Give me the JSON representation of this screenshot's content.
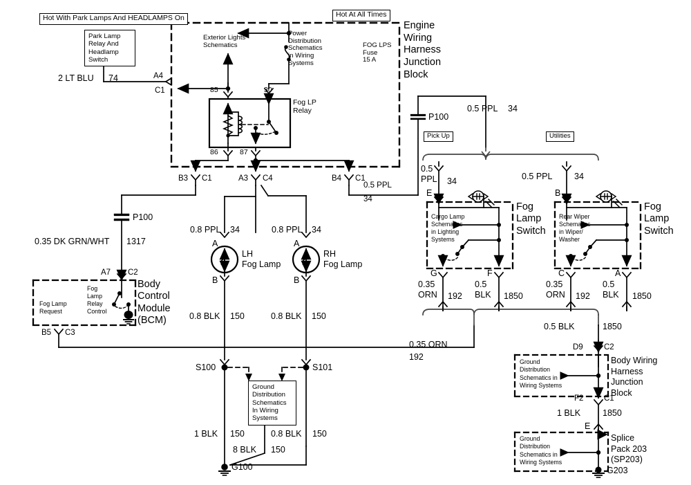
{
  "diagram": {
    "title": "Fog Lamp Wiring Schematic",
    "type": "automotive-wiring-diagram"
  },
  "power_labels": {
    "hot_park": "Hot With Park Lamps And HEADLAMPS On",
    "hot_all": "Hot At All Times"
  },
  "components": {
    "park_lamp_relay": "Park Lamp\nRelay And\nHeadlamp\nSwitch",
    "exterior_lights": "Exterior Lights\nSchematics",
    "power_dist": "Power\nDistribution\nSchematics\nin Wiring\nSystems",
    "fog_lps_fuse": "FOG LPS\nFuse\n15 A",
    "engine_block": "Engine\nWiring\nHarness\nJunction\nBlock",
    "fog_lp_relay": "Fog LP\nRelay",
    "bcm": "Body\nControl\nModule\n(BCM)",
    "bcm_request": "Fog Lamp\nRequest",
    "bcm_relay_ctrl": "Fog\nLamp\nRelay\nControl",
    "lh_fog_lamp": "LH\nFog Lamp",
    "rh_fog_lamp": "RH\nFog Lamp",
    "fog_lamp_switch": "Fog\nLamp\nSwitch",
    "cargo_lamp": "Cargo Lamp\nSchematics\nin Lighting\nSystems",
    "rear_wiper": "Rear Wiper\nSchematics\nin Wiper/\nWasher",
    "ground_dist": "Ground\nDistribution\nSchematics\nIn Wiring\nSystems",
    "ground_dist2": "Ground\nDistribution\nSchematics in\nWiring Systems",
    "body_block": "Body Wiring\nHarness\nJunction\nBlock",
    "splice_pack": "Splice\nPack 203\n(SP203)",
    "pick_up": "Pick Up",
    "utilities": "Utilities"
  },
  "wires": {
    "lt_blu": {
      "gauge_color": "2 LT BLU",
      "circuit": "74"
    },
    "ppl_05_top": {
      "gauge_color": "0.5 PPL",
      "circuit": "34"
    },
    "ppl_05_b4": {
      "gauge_color": "0.5 PPL",
      "circuit": "34"
    },
    "ppl_05_pickup": {
      "gauge_color": "0.5\nPPL",
      "circuit": "34"
    },
    "ppl_05_util": {
      "gauge_color": "0.5 PPL",
      "circuit": "34"
    },
    "dkgrn_wht": {
      "gauge_color": "0.35 DK GRN/WHT",
      "circuit": "1317"
    },
    "ppl_08_lh": {
      "gauge_color": "0.8 PPL",
      "circuit": "34"
    },
    "ppl_08_rh": {
      "gauge_color": "0.8 PPL",
      "circuit": "34"
    },
    "blk_08_lh": {
      "gauge_color": "0.8 BLK",
      "circuit": "150"
    },
    "blk_08_rh": {
      "gauge_color": "0.8 BLK",
      "circuit": "150"
    },
    "blk_1": {
      "gauge_color": "1 BLK",
      "circuit": "150"
    },
    "blk_08_s101": {
      "gauge_color": "0.8 BLK",
      "circuit": "150"
    },
    "blk_8": {
      "gauge_color": "8 BLK",
      "circuit": "150"
    },
    "orn_035_main": {
      "gauge_color": "0.35 ORN",
      "circuit": "192"
    },
    "orn_035_g": {
      "gauge_color": "0.35\nORN",
      "circuit": "192"
    },
    "blk_05_f": {
      "gauge_color": "0.5\nBLK",
      "circuit": "1850"
    },
    "orn_035_c": {
      "gauge_color": "0.35\nORN",
      "circuit": "192"
    },
    "blk_05_a": {
      "gauge_color": "0.5\nBLK",
      "circuit": "1850"
    },
    "blk_05_down": {
      "gauge_color": "0.5 BLK",
      "circuit": "1850"
    },
    "blk_1_1850": {
      "gauge_color": "1 BLK",
      "circuit": "1850"
    }
  },
  "pins": {
    "a4": "A4",
    "c1_a4": "C1",
    "p85": "85",
    "p30": "30",
    "p86": "86",
    "p87": "87",
    "b3": "B3",
    "c1_b3": "C1",
    "a3": "A3",
    "c4": "C4",
    "b4": "B4",
    "c1_b4": "C1",
    "a7": "A7",
    "c2": "C2",
    "b5": "B5",
    "c3": "C3",
    "lamp_a_lh": "A",
    "lamp_b_lh": "B",
    "lamp_a_rh": "A",
    "lamp_b_rh": "B",
    "sw_e": "E",
    "sw_g": "G",
    "sw_f": "F",
    "sw_b": "B",
    "sw_c": "C",
    "sw_a": "A",
    "d9": "D9",
    "c2_d9": "C2",
    "f2": "F2",
    "c1_f2": "C1",
    "e_splice": "E"
  },
  "nodes": {
    "p100_top": "P100",
    "p100_left": "P100",
    "s100": "S100",
    "s101": "S101",
    "g100": "G100",
    "g203": "G203"
  },
  "colors": {
    "line": "#000000",
    "background": "#ffffff",
    "gray_line": "#555555"
  }
}
